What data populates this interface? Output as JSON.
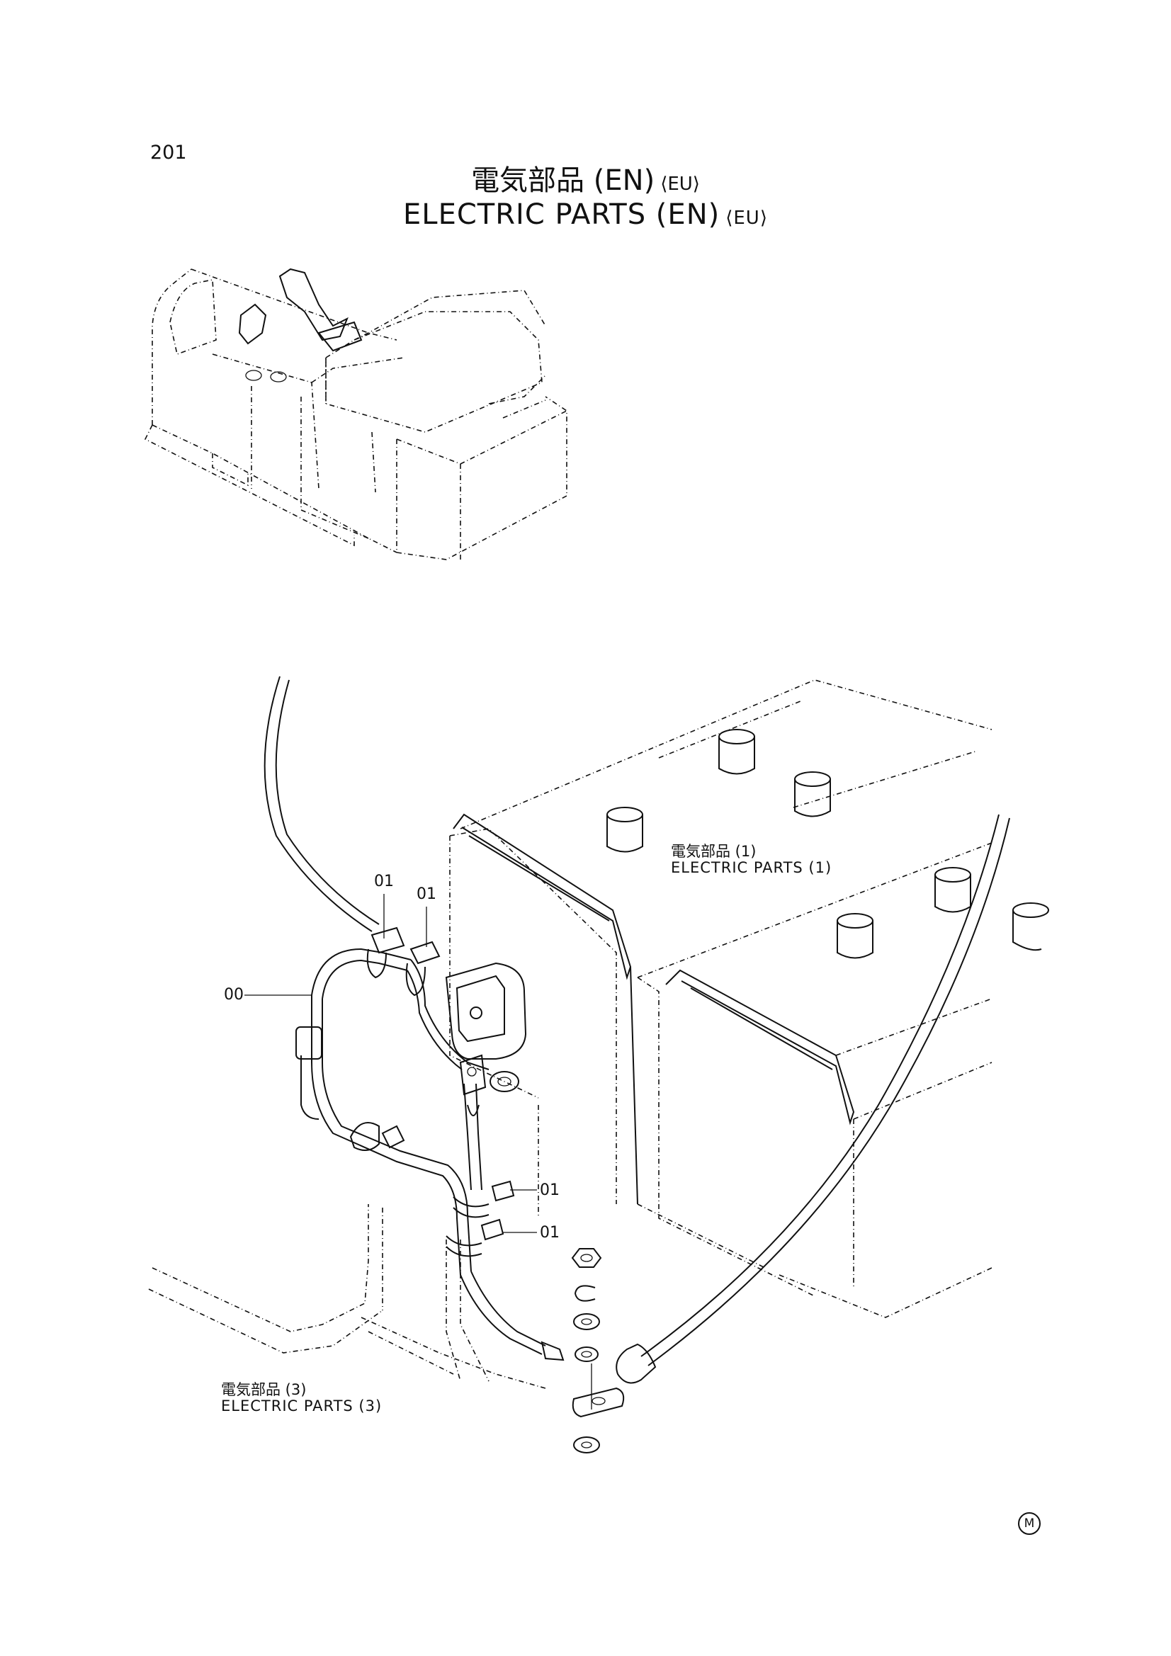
{
  "page": {
    "number": "201",
    "title_jp": "電気部品 (EN)",
    "title_en": "ELECTRIC PARTS (EN)",
    "region_tag": "⟨EU⟩",
    "mark": "M"
  },
  "references": [
    {
      "jp": "電気部品 (1)",
      "en": "ELECTRIC PARTS (1)"
    },
    {
      "jp": "電気部品 (3)",
      "en": "ELECTRIC PARTS (3)"
    }
  ],
  "callouts": [
    "01",
    "01",
    "00",
    "01",
    "01"
  ]
}
